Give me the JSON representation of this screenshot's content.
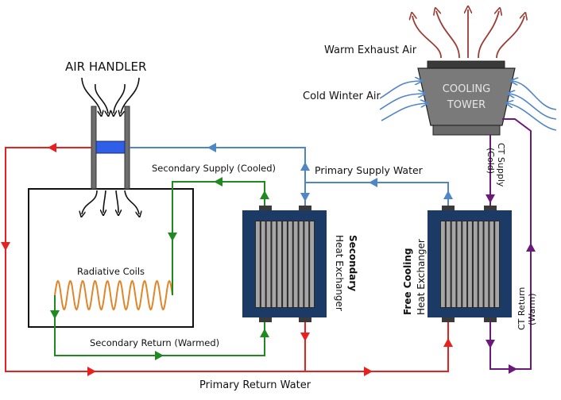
{
  "title": "Free Cooling System Diagram",
  "labels": {
    "air_handler": "AIR HANDLER",
    "warm_exhaust_air": "Warm Exhaust Air",
    "cold_winter_air": "Cold Winter Air",
    "cooling_tower_line1": "COOLING",
    "cooling_tower_line2": "TOWER",
    "secondary_supply": "Secondary Supply (Cooled)",
    "primary_supply": "Primary Supply Water",
    "radiative_coils": "Radiative Coils",
    "secondary_return": "Secondary Return (Warmed)",
    "primary_return": "Primary Return Water",
    "secondary_hx_bold": "Secondary",
    "secondary_hx_sub": "Heat Exchanger",
    "free_cooling_hx_bold": "Free Cooling",
    "free_cooling_hx_sub": "Heat Exchanger",
    "ct_supply_line1": "CT Supply",
    "ct_supply_line2": "(Cold)",
    "ct_return_line1": "CT Return",
    "ct_return_line2": "(Warm)"
  },
  "colors": {
    "primary_return": "#e8211e",
    "primary_supply": "#4f86c6",
    "secondary_loop": "#1f8a1f",
    "ct_loop": "#6b1a7a",
    "exhaust_air": "#9c3b33",
    "cold_air": "#4f86c6",
    "coil": "#e0862a",
    "hx_body": "#1b3a66",
    "hx_plates": "#a6a6a6",
    "tower_body": "#7a7a7a",
    "tower_cap": "#3a3a3a",
    "air_handler_wall": "#6e6e6e",
    "air_handler_coil": "#2f5fe8"
  }
}
